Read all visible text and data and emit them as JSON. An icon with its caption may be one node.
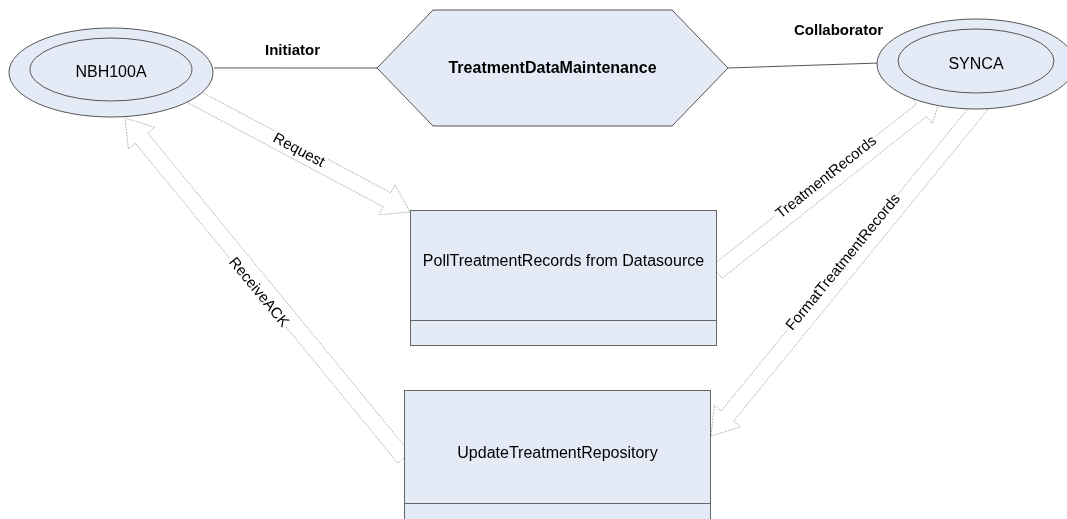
{
  "diagram": {
    "nodes": [
      {
        "text": [
          "NBH100A"
        ]
      },
      {
        "text": [
          "TreatmentDataMaintenance"
        ]
      },
      {
        "text": [
          "SYNCA"
        ]
      },
      {
        "text": [
          "PollTreatmentRecords from Datasource"
        ]
      },
      {
        "text": [
          "UpdateTreatmentRepository"
        ]
      }
    ],
    "edges": [
      {
        "from": 0,
        "to": 1,
        "arrow": "none",
        "label": "Initiator"
      },
      {
        "from": 1,
        "to": 2,
        "arrow": "none",
        "label": "Collaborator"
      },
      {
        "from": 0,
        "to": 3,
        "arrow": "to",
        "label": "Request",
        "style": "thick",
        "color": "#b8b8b8"
      },
      {
        "from": 3,
        "to": 2,
        "arrow": "to",
        "label": "TreatmentRecords",
        "style": "thick",
        "color": "#b8b8b8"
      },
      {
        "from": 2,
        "to": 4,
        "arrow": "to",
        "label": "FormatTreatmentRecords",
        "style": "thick",
        "color": "#b8b8b8"
      },
      {
        "from": 4,
        "to": 0,
        "arrow": "to",
        "label": "ReceiveACK",
        "style": "thick",
        "color": "#b8b8b8"
      }
    ]
  }
}
